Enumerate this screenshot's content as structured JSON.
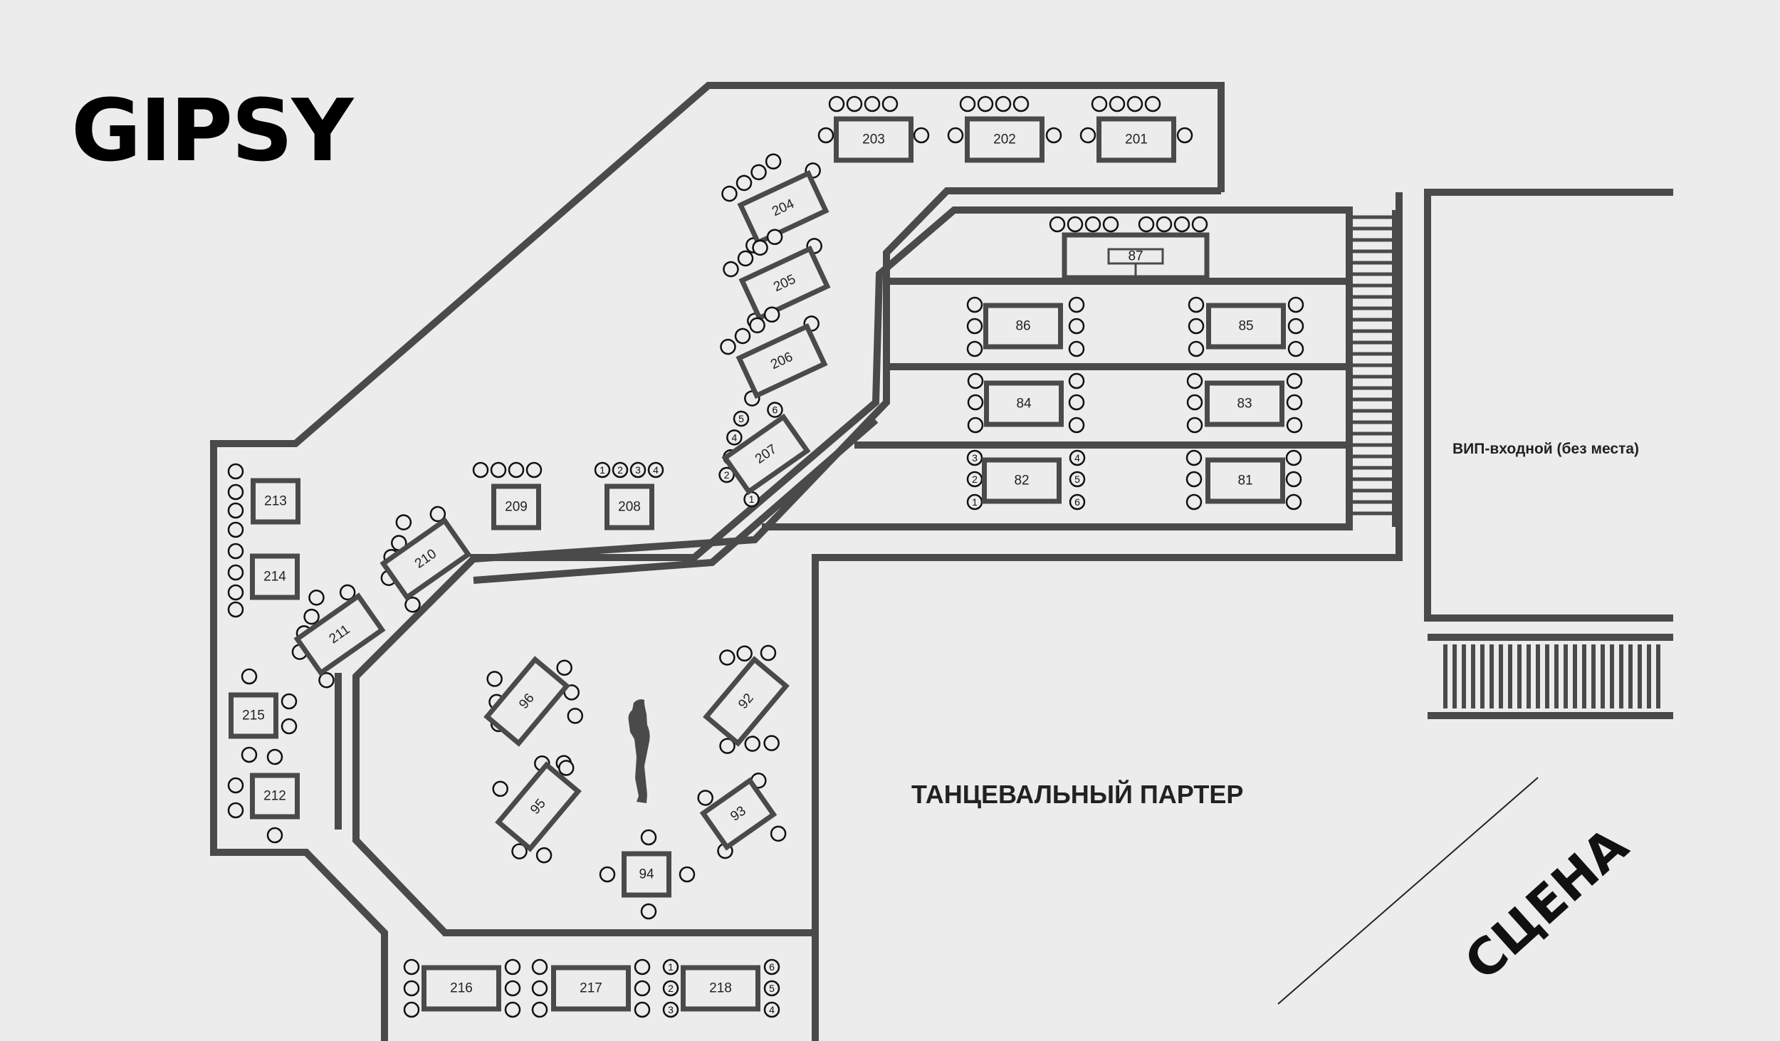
{
  "logo": "GIPSY",
  "labels": {
    "dance_floor": "ТАНЦЕВАЛЬНЫЙ ПАРТЕР",
    "vip_entrance": "ВИП-входной (без места)",
    "stage": "СЦЕНА"
  },
  "tables": [
    {
      "id": "203",
      "label": "203",
      "seat_numbers": []
    },
    {
      "id": "202",
      "label": "202",
      "seat_numbers": []
    },
    {
      "id": "201",
      "label": "201",
      "seat_numbers": []
    },
    {
      "id": "204",
      "label": "204",
      "seat_numbers": []
    },
    {
      "id": "205",
      "label": "205",
      "seat_numbers": []
    },
    {
      "id": "206",
      "label": "206",
      "seat_numbers": []
    },
    {
      "id": "207",
      "label": "207",
      "seat_numbers": [
        "1",
        "2",
        "3",
        "4",
        "5",
        "6"
      ]
    },
    {
      "id": "87",
      "label": "87",
      "seat_numbers": []
    },
    {
      "id": "86",
      "label": "86",
      "seat_numbers": []
    },
    {
      "id": "85",
      "label": "85",
      "seat_numbers": []
    },
    {
      "id": "84",
      "label": "84",
      "seat_numbers": []
    },
    {
      "id": "83",
      "label": "83",
      "seat_numbers": []
    },
    {
      "id": "82",
      "label": "82",
      "seat_numbers": [
        "3",
        "2",
        "1",
        "4",
        "5",
        "6"
      ]
    },
    {
      "id": "81",
      "label": "81",
      "seat_numbers": []
    },
    {
      "id": "213",
      "label": "213",
      "seat_numbers": []
    },
    {
      "id": "214",
      "label": "214",
      "seat_numbers": []
    },
    {
      "id": "209",
      "label": "209",
      "seat_numbers": []
    },
    {
      "id": "208",
      "label": "208",
      "seat_numbers": [
        "1",
        "2",
        "3",
        "4"
      ]
    },
    {
      "id": "210",
      "label": "210",
      "seat_numbers": []
    },
    {
      "id": "211",
      "label": "211",
      "seat_numbers": []
    },
    {
      "id": "215",
      "label": "215",
      "seat_numbers": []
    },
    {
      "id": "212",
      "label": "212",
      "seat_numbers": []
    },
    {
      "id": "96",
      "label": "96",
      "seat_numbers": []
    },
    {
      "id": "95",
      "label": "95",
      "seat_numbers": []
    },
    {
      "id": "92",
      "label": "92",
      "seat_numbers": []
    },
    {
      "id": "93",
      "label": "93",
      "seat_numbers": []
    },
    {
      "id": "94",
      "label": "94",
      "seat_numbers": []
    },
    {
      "id": "216",
      "label": "216",
      "seat_numbers": []
    },
    {
      "id": "217",
      "label": "217",
      "seat_numbers": []
    },
    {
      "id": "218",
      "label": "218",
      "seat_numbers": [
        "1",
        "2",
        "3",
        "6",
        "5",
        "4"
      ]
    }
  ],
  "colors": {
    "wall": "#4a4a4a",
    "background": "#ececec",
    "text": "#222222"
  }
}
